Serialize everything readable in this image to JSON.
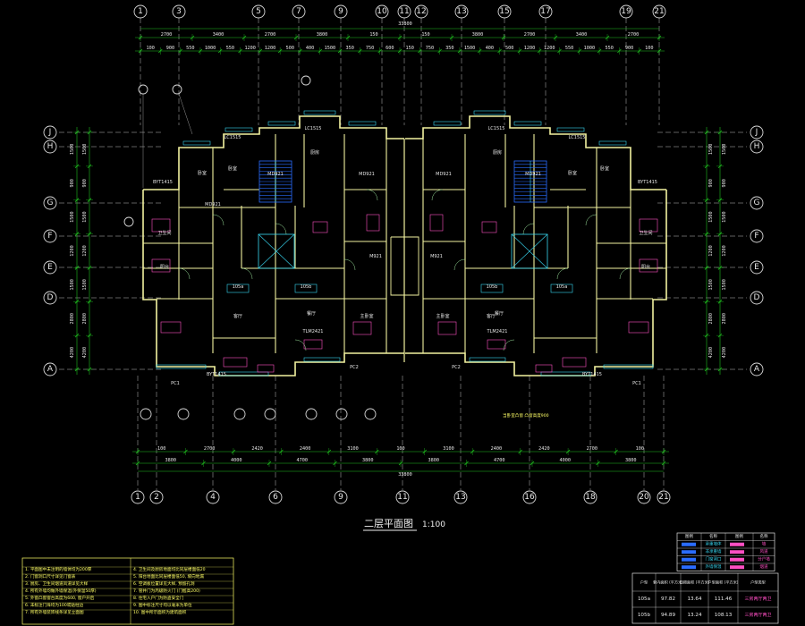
{
  "drawing": {
    "title": "二层平面图",
    "scale": "1:100",
    "overall_width": "33800",
    "axes_top": [
      "1",
      "3",
      "5",
      "7",
      "9",
      "10",
      "11",
      "12",
      "13",
      "15",
      "17",
      "19",
      "21"
    ],
    "axes_bottom": [
      "1",
      "2",
      "4",
      "6",
      "9",
      "11",
      "13",
      "16",
      "18",
      "20",
      "21"
    ],
    "axes_left": [
      "J",
      "H",
      "G",
      "F",
      "E",
      "D",
      "A"
    ],
    "axes_right": [
      "J",
      "H",
      "G",
      "F",
      "E",
      "D",
      "A"
    ],
    "top_dims_row1": [
      "2700",
      "3400",
      "2700",
      "3800",
      "150",
      "150",
      "3800",
      "2700",
      "3400",
      "2700"
    ],
    "top_dims_row2": [
      "100",
      "900",
      "550",
      "1000",
      "550",
      "1200",
      "1200",
      "500",
      "400",
      "1500",
      "350",
      "750",
      "600",
      "150",
      "750",
      "350",
      "1500",
      "400",
      "500",
      "1200",
      "1200",
      "550",
      "1000",
      "550",
      "900",
      "100"
    ],
    "bottom_dims_row1": [
      "100",
      "2700",
      "2420",
      "2400",
      "3100",
      "100",
      "3100",
      "2400",
      "2420",
      "2700",
      "100"
    ],
    "bottom_dims_row2": [
      "3800",
      "4000",
      "4700",
      "3800",
      "3800",
      "4700",
      "4000",
      "3800"
    ],
    "left_dims": [
      "1500",
      "900",
      "1500",
      "1200",
      "1500",
      "2800",
      "4200"
    ],
    "right_dims": [
      "1500",
      "900",
      "1500",
      "1200",
      "1500",
      "2800",
      "4200"
    ],
    "rooms": [
      "卧室",
      "卧室",
      "厨房",
      "客厅",
      "主卧室",
      "主卧室",
      "客厅",
      "厨房",
      "卧室",
      "卧室",
      "卫生间",
      "卫生间",
      "阳台",
      "阳台",
      "餐厅",
      "餐厅",
      "105a",
      "105b",
      "105b",
      "105a",
      "MD921",
      "MD921",
      "MD921",
      "MD921",
      "MD921",
      "M921",
      "M921",
      "TLM2421",
      "TLM2421",
      "BYT1415",
      "BYT1415",
      "BYT1415",
      "BYT1415",
      "LC1515",
      "LC1515",
      "LC1515",
      "LC1515",
      "PC1",
      "PC1",
      "PC2",
      "PC2"
    ],
    "note_text": "当卧室凸窗 凸窗高度900"
  },
  "area_table": {
    "headers": [
      "户型",
      "套内面积 (平方米)",
      "公摊面积 (平方米)",
      "户型面积 (平方米)",
      "户型类型"
    ],
    "rows": [
      [
        "105a",
        "97.82",
        "13.64",
        "111.46",
        "三房两厅两卫"
      ],
      [
        "105b",
        "94.89",
        "13.24",
        "108.13",
        "三房两厅两卫"
      ]
    ]
  },
  "legend_table": {
    "headers": [
      "图例",
      "名称",
      "图例",
      "名称"
    ],
    "rows": [
      [
        "",
        "承重墙体",
        "",
        "墙"
      ],
      [
        "",
        "非承重墙",
        "",
        "风道"
      ],
      [
        "",
        "门窗洞口",
        "",
        "分户墙"
      ],
      [
        "",
        "外墙保温",
        "",
        "烟道"
      ]
    ]
  },
  "notes": [
    [
      "1. 平面图中未注明的墙体均为200厚",
      "4. 卫生间及厨房地面均比同层楼面低20"
    ],
    [
      "2. 门窗洞口尺寸详见门窗表",
      "5. 阳台地面比同层楼面低50, 坡向地漏"
    ],
    [
      "3. 厨房、卫生间烟道风道详见大样",
      "6. 空调板位置详见大样, 预留孔洞"
    ],
    [
      "4. 所有外墙均做外墙保温(外保温50厚)",
      "7. 管井门为丙级防火门 (门槛高200)"
    ],
    [
      "5. 外窗凸窗窗台高度为600, 窗户开启",
      "8. 住宅入户门为防盗安全门"
    ],
    [
      "6. 未标注门垛均为100或贴柱边",
      "9. 图中标注尺寸均以毫米为单位"
    ],
    [
      "7. 所有外墙装饰线条详见立面图",
      "10. 图中所示面积为建筑面积"
    ]
  ],
  "colors": {
    "background": "#000000",
    "axis": "#d8d8d8",
    "dimension": "#1fbf1f",
    "wall": "#f2f2a0",
    "window": "#37d6f0",
    "stair": "#2a6cff",
    "furniture": "#ff4fc3",
    "table": "#ffff66"
  }
}
